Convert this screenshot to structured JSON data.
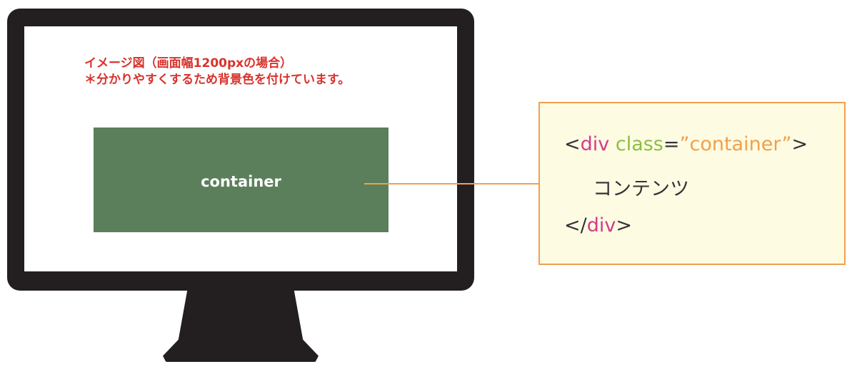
{
  "monitor_note": {
    "line1": "イメージ図（画面幅1200pxの場合）",
    "line2": "＊分かりやすくするため背景色を付けています。",
    "color": "#d8322c"
  },
  "container_label": "container",
  "code": {
    "lt": "<",
    "tag_open": "div",
    "space": " ",
    "attr_name": "class",
    "equals": "=",
    "attr_value": "”container”",
    "gt": ">",
    "content": "コンテンツ",
    "close_lt": "</",
    "tag_close": "div",
    "close_gt": ">"
  },
  "colors": {
    "monitor": "#231f20",
    "container_fill": "#5b7f5b",
    "connector": "#f0a04b",
    "code_bg": "#fefbe3",
    "tag": "#d33b8a",
    "attr": "#8cbf3f",
    "string": "#f0a04b"
  }
}
